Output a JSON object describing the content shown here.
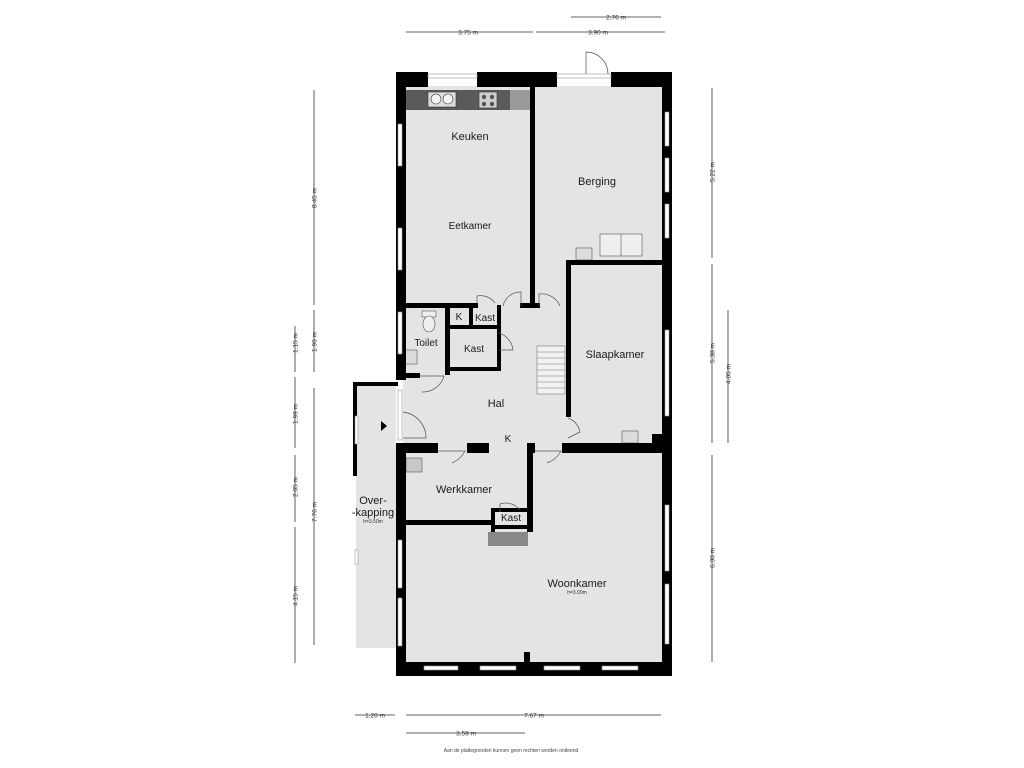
{
  "rooms": {
    "keuken": "Keuken",
    "eetkamer": "Eetkamer",
    "berging": "Berging",
    "toilet": "Toilet",
    "k_top": "K",
    "kast_top": "Kast",
    "kast_mid": "Kast",
    "hal": "Hal",
    "k_bottom": "K",
    "slaapkamer": "Slaapkamer",
    "werkkamer": "Werkkamer",
    "kast_bottom": "Kast",
    "overkapping_1": "Over-",
    "overkapping_2": "-kapping",
    "overkapping_height": "h=3.50m",
    "woonkamer": "Woonkamer",
    "woonkamer_height": "h=3.00m"
  },
  "dimensions": {
    "top_left": "3.75 m",
    "top_right": "3.90 m",
    "top_door": "2.76 m",
    "left_total": "8.45 m",
    "left_a": "1.15 m",
    "left_b": "1.96 m",
    "left_c": "1.99 m",
    "left_d": "2.05 m",
    "left_e": "7.76 m",
    "left_f": "4.15 m",
    "right_a": "5.22 m",
    "right_b": "5.38 m",
    "right_c": "4.05 m",
    "right_d": "6.30 m",
    "bottom_left": "1.20 m",
    "bottom_total": "7.67 m",
    "bottom_inner": "3.59 m"
  },
  "footer_note": "Aan de plattegronden kunnen geen rechten worden ontleend",
  "colors": {
    "floor": "#e4e4e4",
    "wall": "#000000",
    "background": "#ffffff"
  }
}
